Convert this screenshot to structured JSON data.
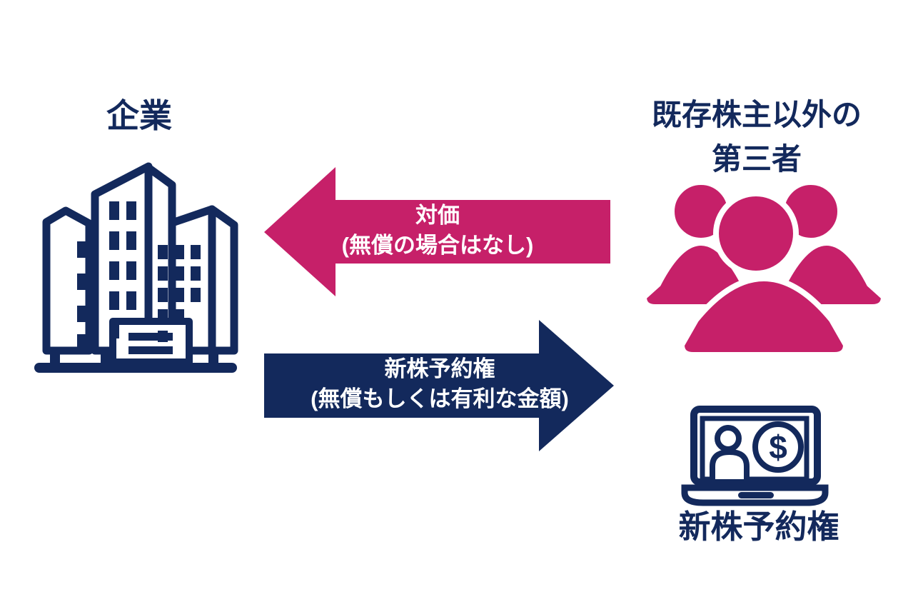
{
  "palette": {
    "navy": "#13295C",
    "pink": "#C62069",
    "background": "#FFFFFF",
    "arrow_text_color": "#FFFFFF"
  },
  "company": {
    "label": "企業",
    "icon": "building-icon"
  },
  "third_party": {
    "label_line1": "既存株主以外の",
    "label_line2": "第三者",
    "icon": "people-group-icon"
  },
  "consideration_arrow": {
    "direction": "left",
    "color": "#C62069",
    "line1": "対価",
    "line2": "(無償の場合はなし)"
  },
  "rights_arrow": {
    "direction": "right",
    "color": "#13295C",
    "line1": "新株予約権",
    "line2": "(無償もしくは有利な金額)"
  },
  "stock_rights": {
    "label": "新株予約権",
    "icon": "laptop-dollar-icon"
  }
}
